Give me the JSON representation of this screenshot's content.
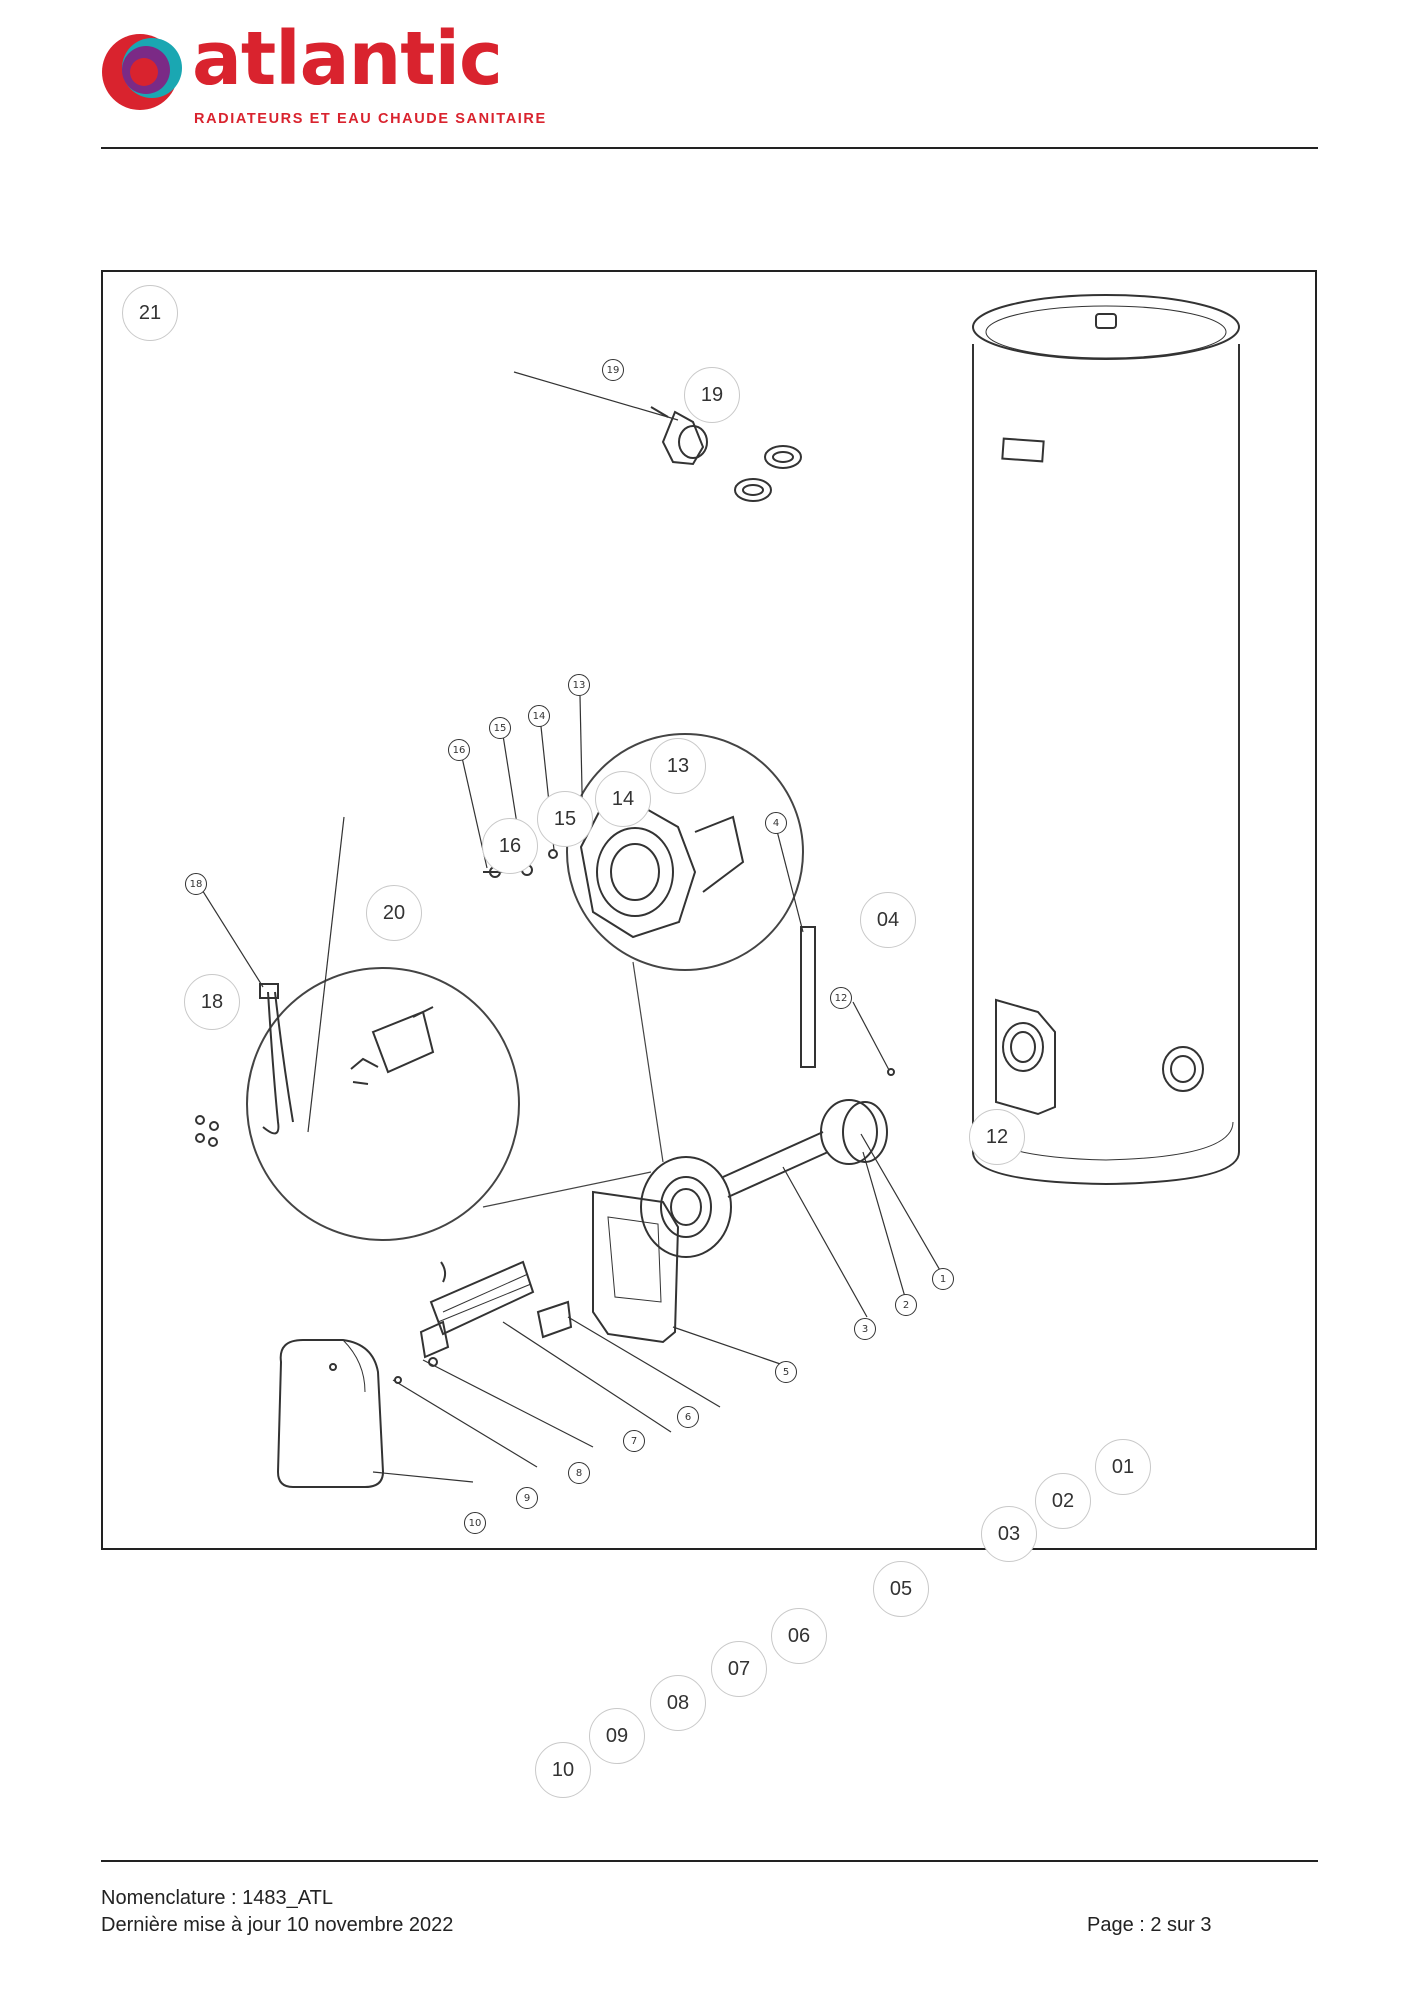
{
  "header": {
    "brand_name": "atlantic",
    "tagline": "RADIATEURS ET EAU CHAUDE SANITAIRE",
    "logo_colors": [
      "#d9232e",
      "#7b2a86",
      "#1aa7b2"
    ]
  },
  "diagram": {
    "small_labels": [
      "19",
      "16",
      "15",
      "14",
      "13",
      "4",
      "12",
      "18",
      "1",
      "2",
      "3",
      "5",
      "6",
      "7",
      "8",
      "9",
      "10"
    ],
    "callouts": [
      "21",
      "19",
      "13",
      "14",
      "15",
      "16",
      "20",
      "04",
      "18",
      "12"
    ],
    "outside_callouts": [
      "01",
      "02",
      "03",
      "05",
      "06",
      "07",
      "08",
      "09",
      "10"
    ]
  },
  "footer": {
    "line1": "Nomenclature : 1483_ATL",
    "line2": "Dernière mise à jour 10 novembre 2022",
    "page": "Page : 2 sur 3"
  }
}
